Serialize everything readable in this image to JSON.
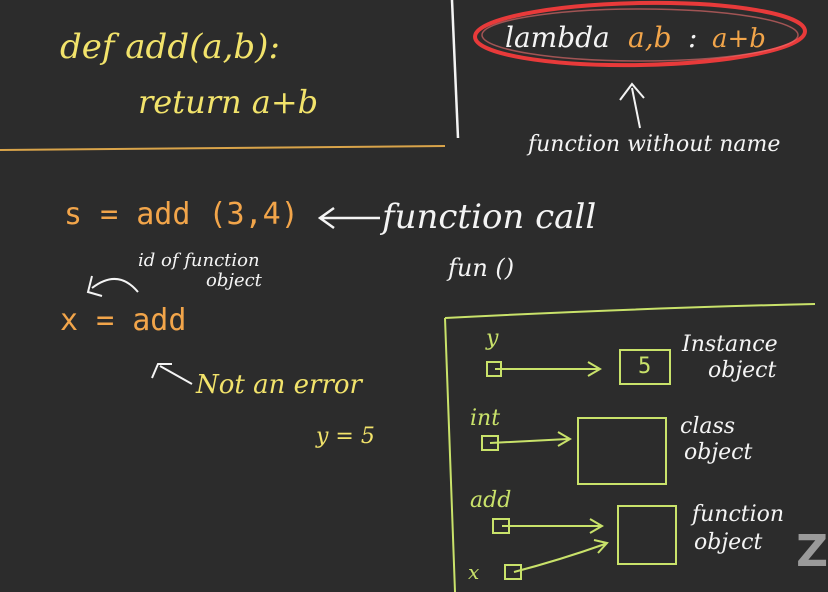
{
  "colors": {
    "background": "#2c2c2c",
    "yellow": "#f2e36b",
    "orange": "#f2a54a",
    "white": "#f4f4f4",
    "green": "#c9e26a",
    "red": "#e83a3a",
    "divider": "#d9a44a"
  },
  "top_left": {
    "line1": "def add(a,b):",
    "line2": "return a+b"
  },
  "top_right": {
    "lambda_word": "lambda",
    "lambda_args": "a,b",
    "lambda_colon": ":",
    "lambda_body": "a+b",
    "caption": "function without name"
  },
  "middle": {
    "call_expr": "s = add (3,4)",
    "call_label": "function call",
    "note_line1": "id of function",
    "note_line2": "object",
    "assign_expr": "x = add",
    "fun_expr": "fun ()",
    "not_error": "Not an error",
    "y_expr": "y = 5"
  },
  "memory_diagram": {
    "vars": [
      "y",
      "int",
      "add",
      "x"
    ],
    "box_value": "5",
    "labels": [
      {
        "line1": "Instance",
        "line2": "object"
      },
      {
        "line1": "class",
        "line2": "object"
      },
      {
        "line1": "function",
        "line2": "object"
      }
    ]
  },
  "watermark": "Z"
}
